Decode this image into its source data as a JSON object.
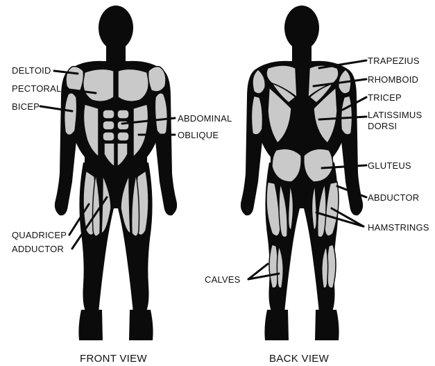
{
  "views": {
    "front": {
      "title": "FRONT VIEW",
      "labels": {
        "deltoid": "DELTOID",
        "pectoral": "PECTORAL",
        "bicep": "BICEP",
        "abdominal": "ABDOMINAL",
        "oblique": "OBLIQUE",
        "quadricep": "QUADRICEP",
        "adductor": "ADDUCTOR"
      }
    },
    "back": {
      "title": "BACK VIEW",
      "labels": {
        "trapezius": "TRAPEZIUS",
        "rhomboid": "RHOMBOID",
        "tricep": "TRICEP",
        "latissimus_line1": "LATISSIMUS",
        "latissimus_line2": "DORSI",
        "gluteus": "GLUTEUS",
        "abductor": "ABDUCTOR",
        "hamstrings": "HAMSTRINGS",
        "calves": "CALVES"
      }
    }
  },
  "colors": {
    "silhouette": "#0b0b0b",
    "muscle": "#c9c9c9",
    "muscle_outline": "#0b0b0b",
    "leader_line": "#0b0b0b",
    "text": "#111111",
    "background": "#ffffff"
  }
}
